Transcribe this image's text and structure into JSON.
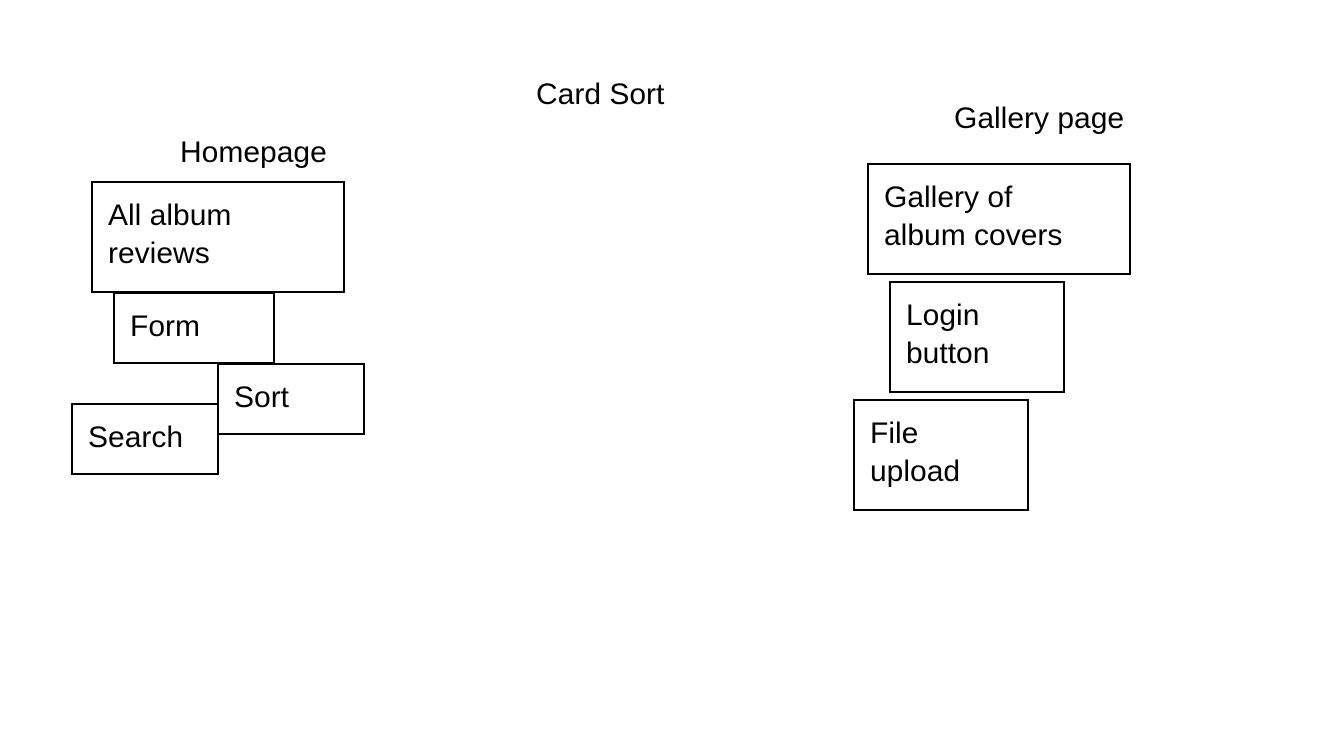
{
  "title": "Card Sort",
  "groups": {
    "homepage": {
      "label": "Homepage",
      "cards": {
        "all_reviews": "All album\nreviews",
        "form": "Form",
        "sort": "Sort",
        "search": "Search"
      }
    },
    "gallery": {
      "label": "Gallery page",
      "cards": {
        "gallery_covers": "Gallery of\nalbum covers",
        "login": "Login\nbutton",
        "file_upload": "File\nupload"
      }
    }
  }
}
